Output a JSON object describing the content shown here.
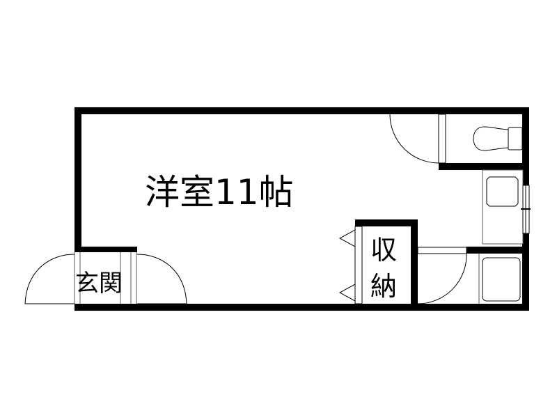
{
  "floor_plan": {
    "rooms": {
      "western_room": {
        "label": "洋室11帖"
      },
      "storage": {
        "label_line1": "収",
        "label_line2": "納"
      },
      "entrance": {
        "label": "玄関"
      }
    },
    "fixtures": [
      "toilet",
      "kitchen-sink",
      "bathtub",
      "window"
    ],
    "colors": {
      "wall": "#000000",
      "background": "#ffffff",
      "line": "#000000",
      "fixture_stroke": "#555555"
    }
  }
}
